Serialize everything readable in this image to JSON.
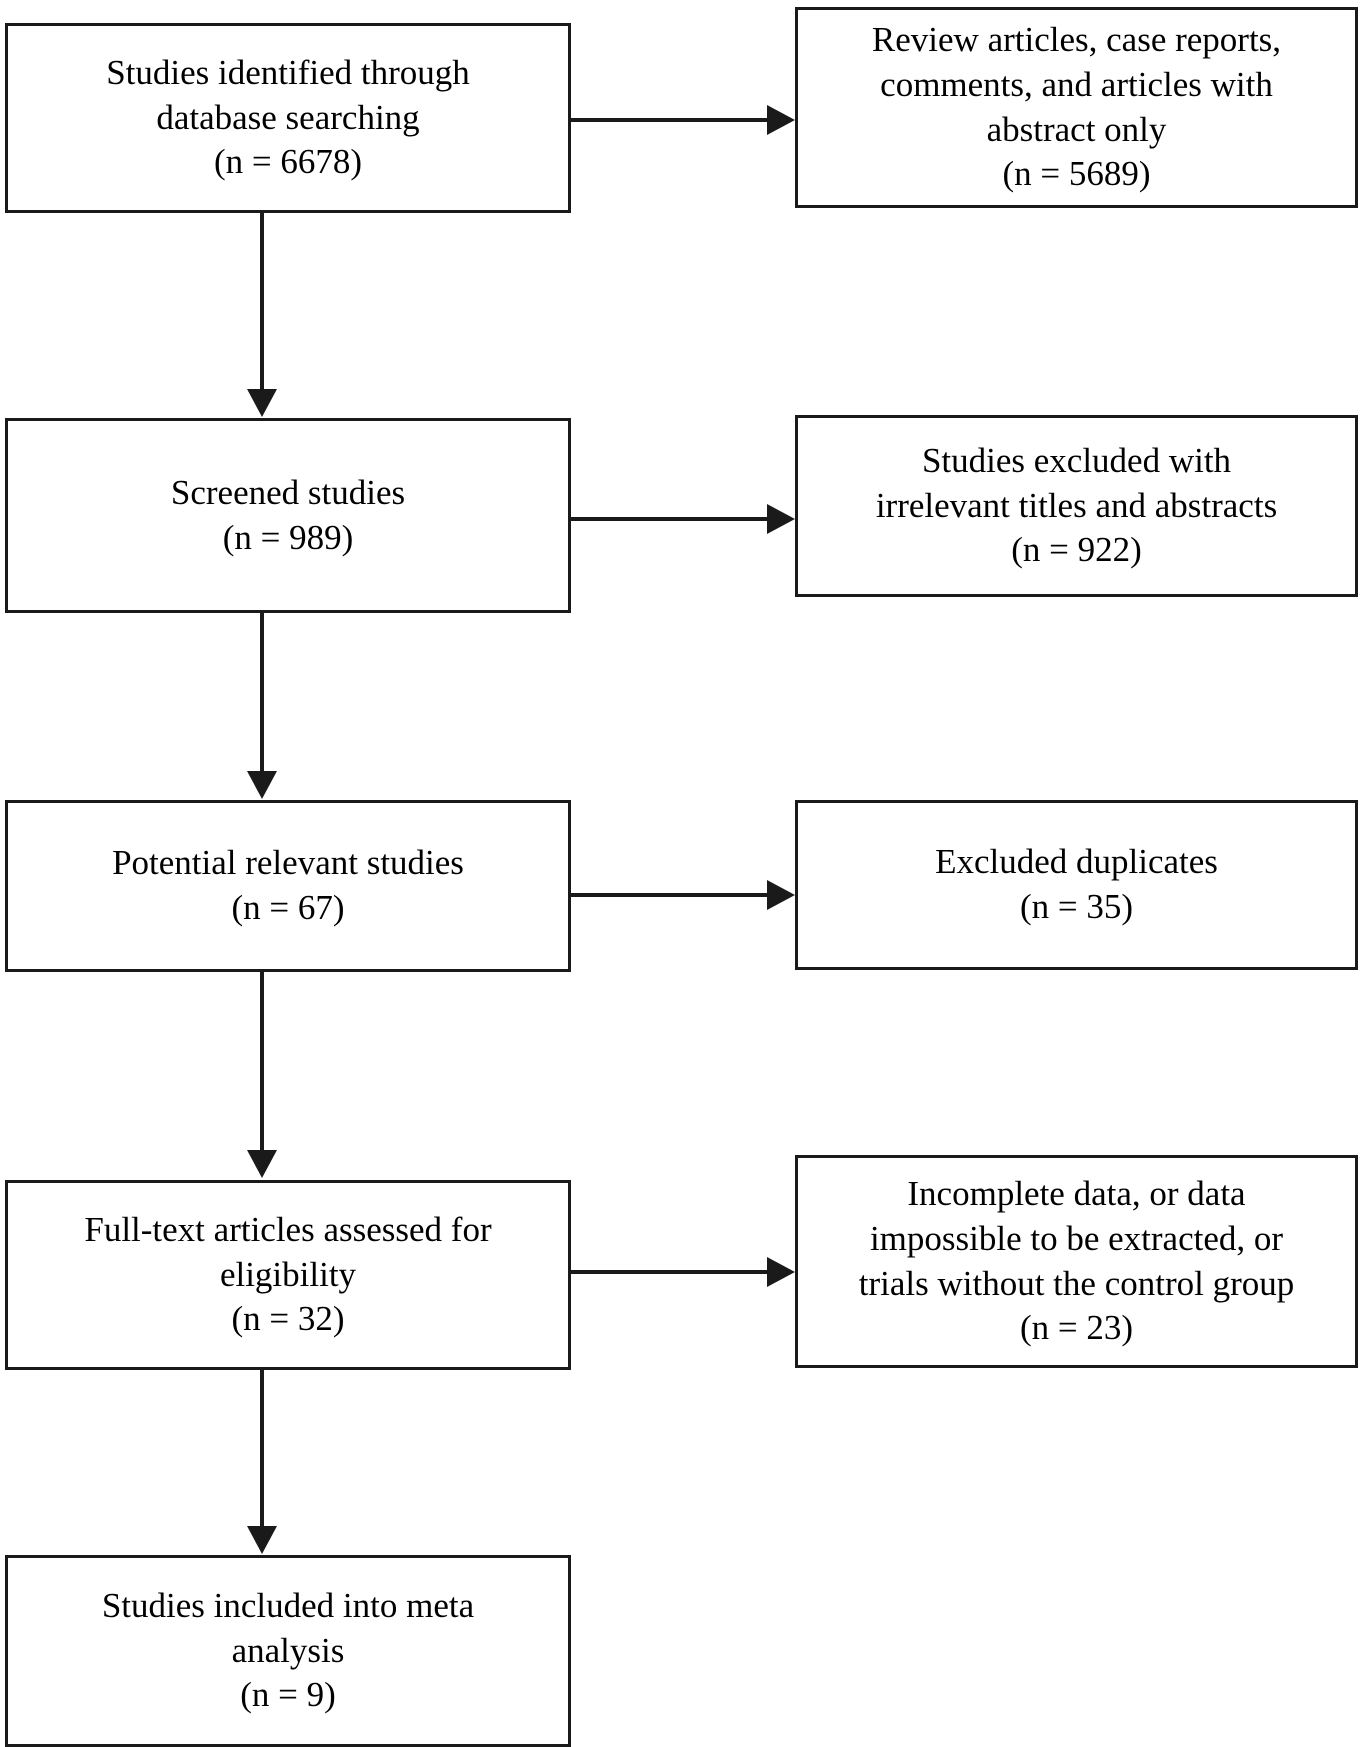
{
  "diagram": {
    "type": "prisma-flow-diagram",
    "nodes": {
      "identified": {
        "line1": "Studies identified through",
        "line2": "database searching",
        "count": "(n = 6678)"
      },
      "excluded_types": {
        "line1": "Review articles, case reports,",
        "line2": "comments, and articles with",
        "line3": "abstract only",
        "count": "(n = 5689)"
      },
      "screened": {
        "line1": "Screened studies",
        "count": "(n = 989)"
      },
      "excluded_titles": {
        "line1": "Studies excluded with",
        "line2": "irrelevant titles and abstracts",
        "count": "(n = 922)"
      },
      "potential": {
        "line1": "Potential relevant studies",
        "count": "(n = 67)"
      },
      "excluded_duplicates": {
        "line1": "Excluded duplicates",
        "count": "(n = 35)"
      },
      "fulltext": {
        "line1": "Full-text articles assessed for",
        "line2": "eligibility",
        "count": "(n = 32)"
      },
      "excluded_data": {
        "line1": "Incomplete data, or data",
        "line2": "impossible to be extracted, or",
        "line3": "trials without the control group",
        "count": "(n = 23)"
      },
      "included": {
        "line1": "Studies included into meta",
        "line2": "analysis",
        "count": "(n = 9)"
      }
    },
    "colors": {
      "border": "#1a1a1a",
      "background": "#ffffff",
      "text": "#000000"
    }
  }
}
